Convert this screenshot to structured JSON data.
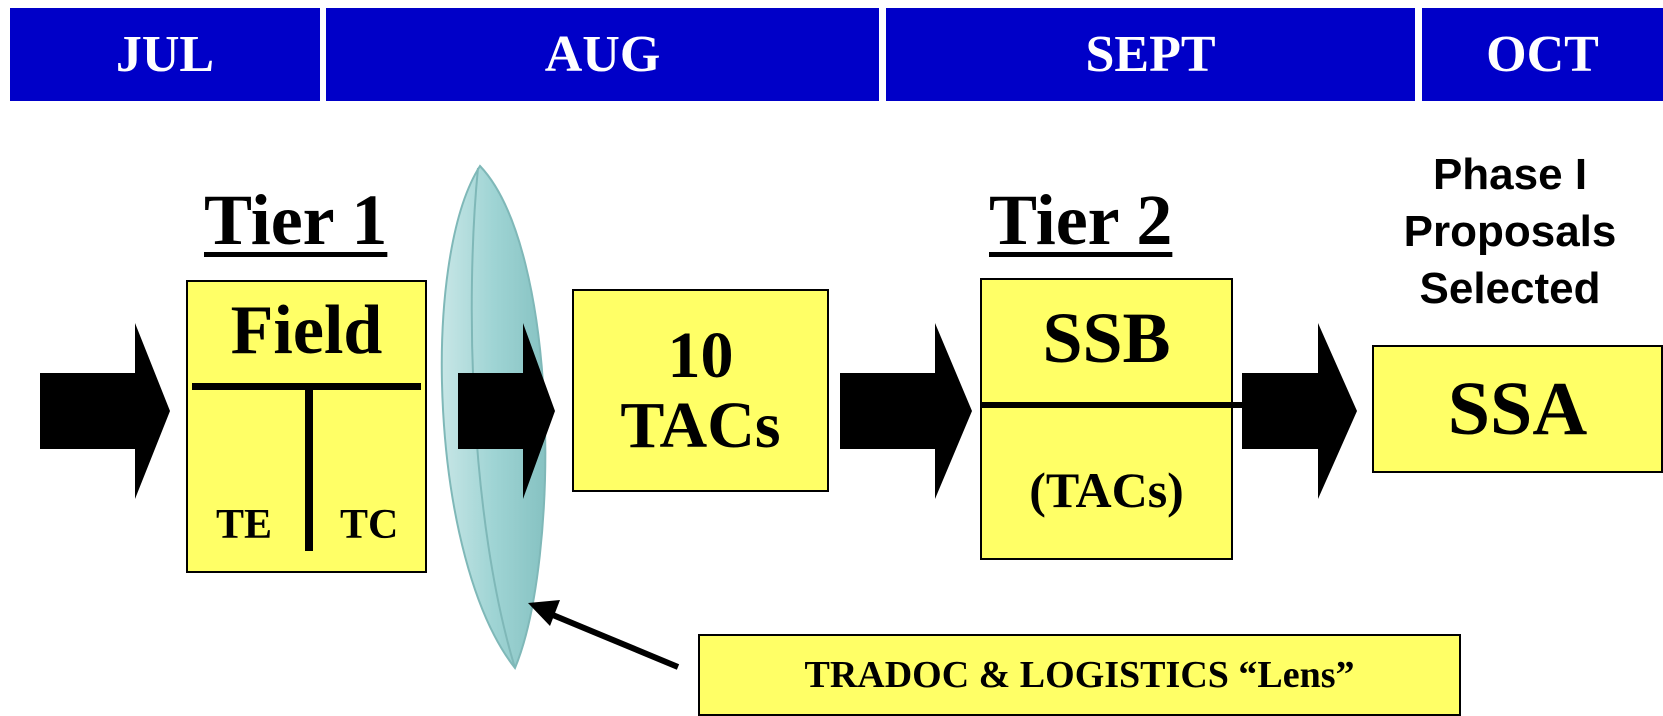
{
  "timeline": {
    "months": [
      "JUL",
      "AUG",
      "SEPT",
      "OCT"
    ],
    "colors": {
      "bar": "#0000c8",
      "text": "#ffffff"
    }
  },
  "tier1": {
    "heading": "Tier 1",
    "box_title": "Field",
    "left_sub": "TE",
    "right_sub": "TC"
  },
  "tacs": {
    "line1": "10",
    "line2": "TACs"
  },
  "tier2": {
    "heading": "Tier 2",
    "box_title": "SSB",
    "box_sub": "(TACs)"
  },
  "phase": {
    "line1": "Phase I",
    "line2": "Proposals",
    "line3": "Selected",
    "box": "SSA"
  },
  "lens": {
    "label": "TRADOC & LOGISTICS “Lens”",
    "color": "#9fd4d4"
  },
  "colors": {
    "box_fill": "#ffff66",
    "arrow": "#000000"
  },
  "icons": [
    "arrow-right-icon",
    "lens-icon",
    "pointer-arrow-icon"
  ]
}
